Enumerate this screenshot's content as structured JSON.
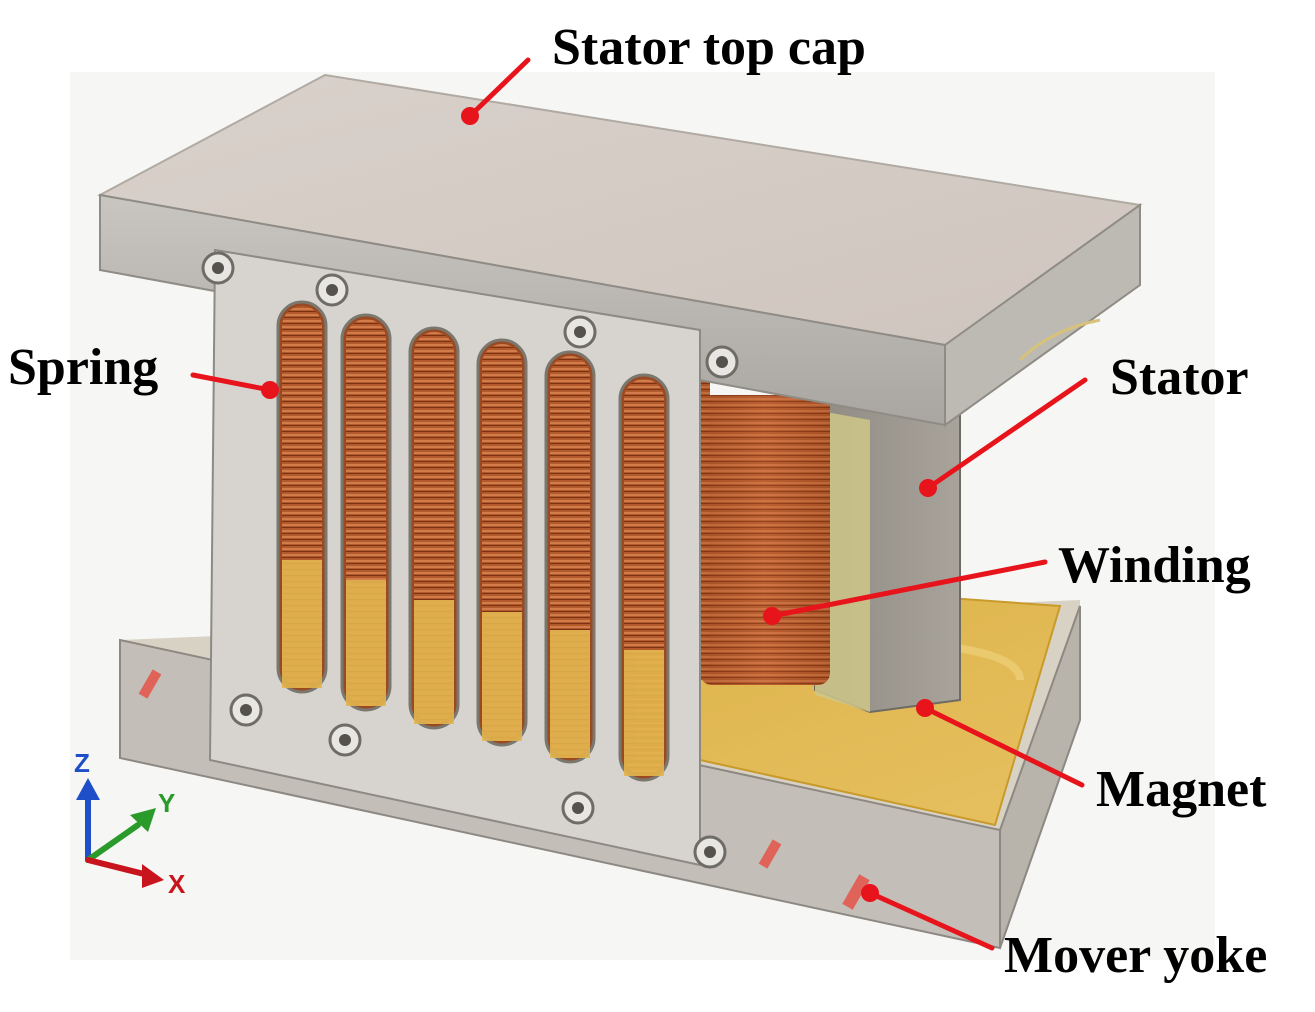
{
  "labels": {
    "stator_top_cap": "Stator top cap",
    "spring": "Spring",
    "stator": "Stator",
    "winding": "Winding",
    "magnet": "Magnet",
    "mover_yoke": "Mover yoke"
  },
  "axes": {
    "z": "Z",
    "y": "Y",
    "x": "X"
  },
  "colors": {
    "leader_line": "#e8141c",
    "axis_z": "#1f4fc8",
    "axis_y": "#2a9a2a",
    "axis_x": "#c8141c",
    "copper": "#b8582a",
    "steel": "#c9c5bf",
    "magnet": "#e0b84a"
  }
}
